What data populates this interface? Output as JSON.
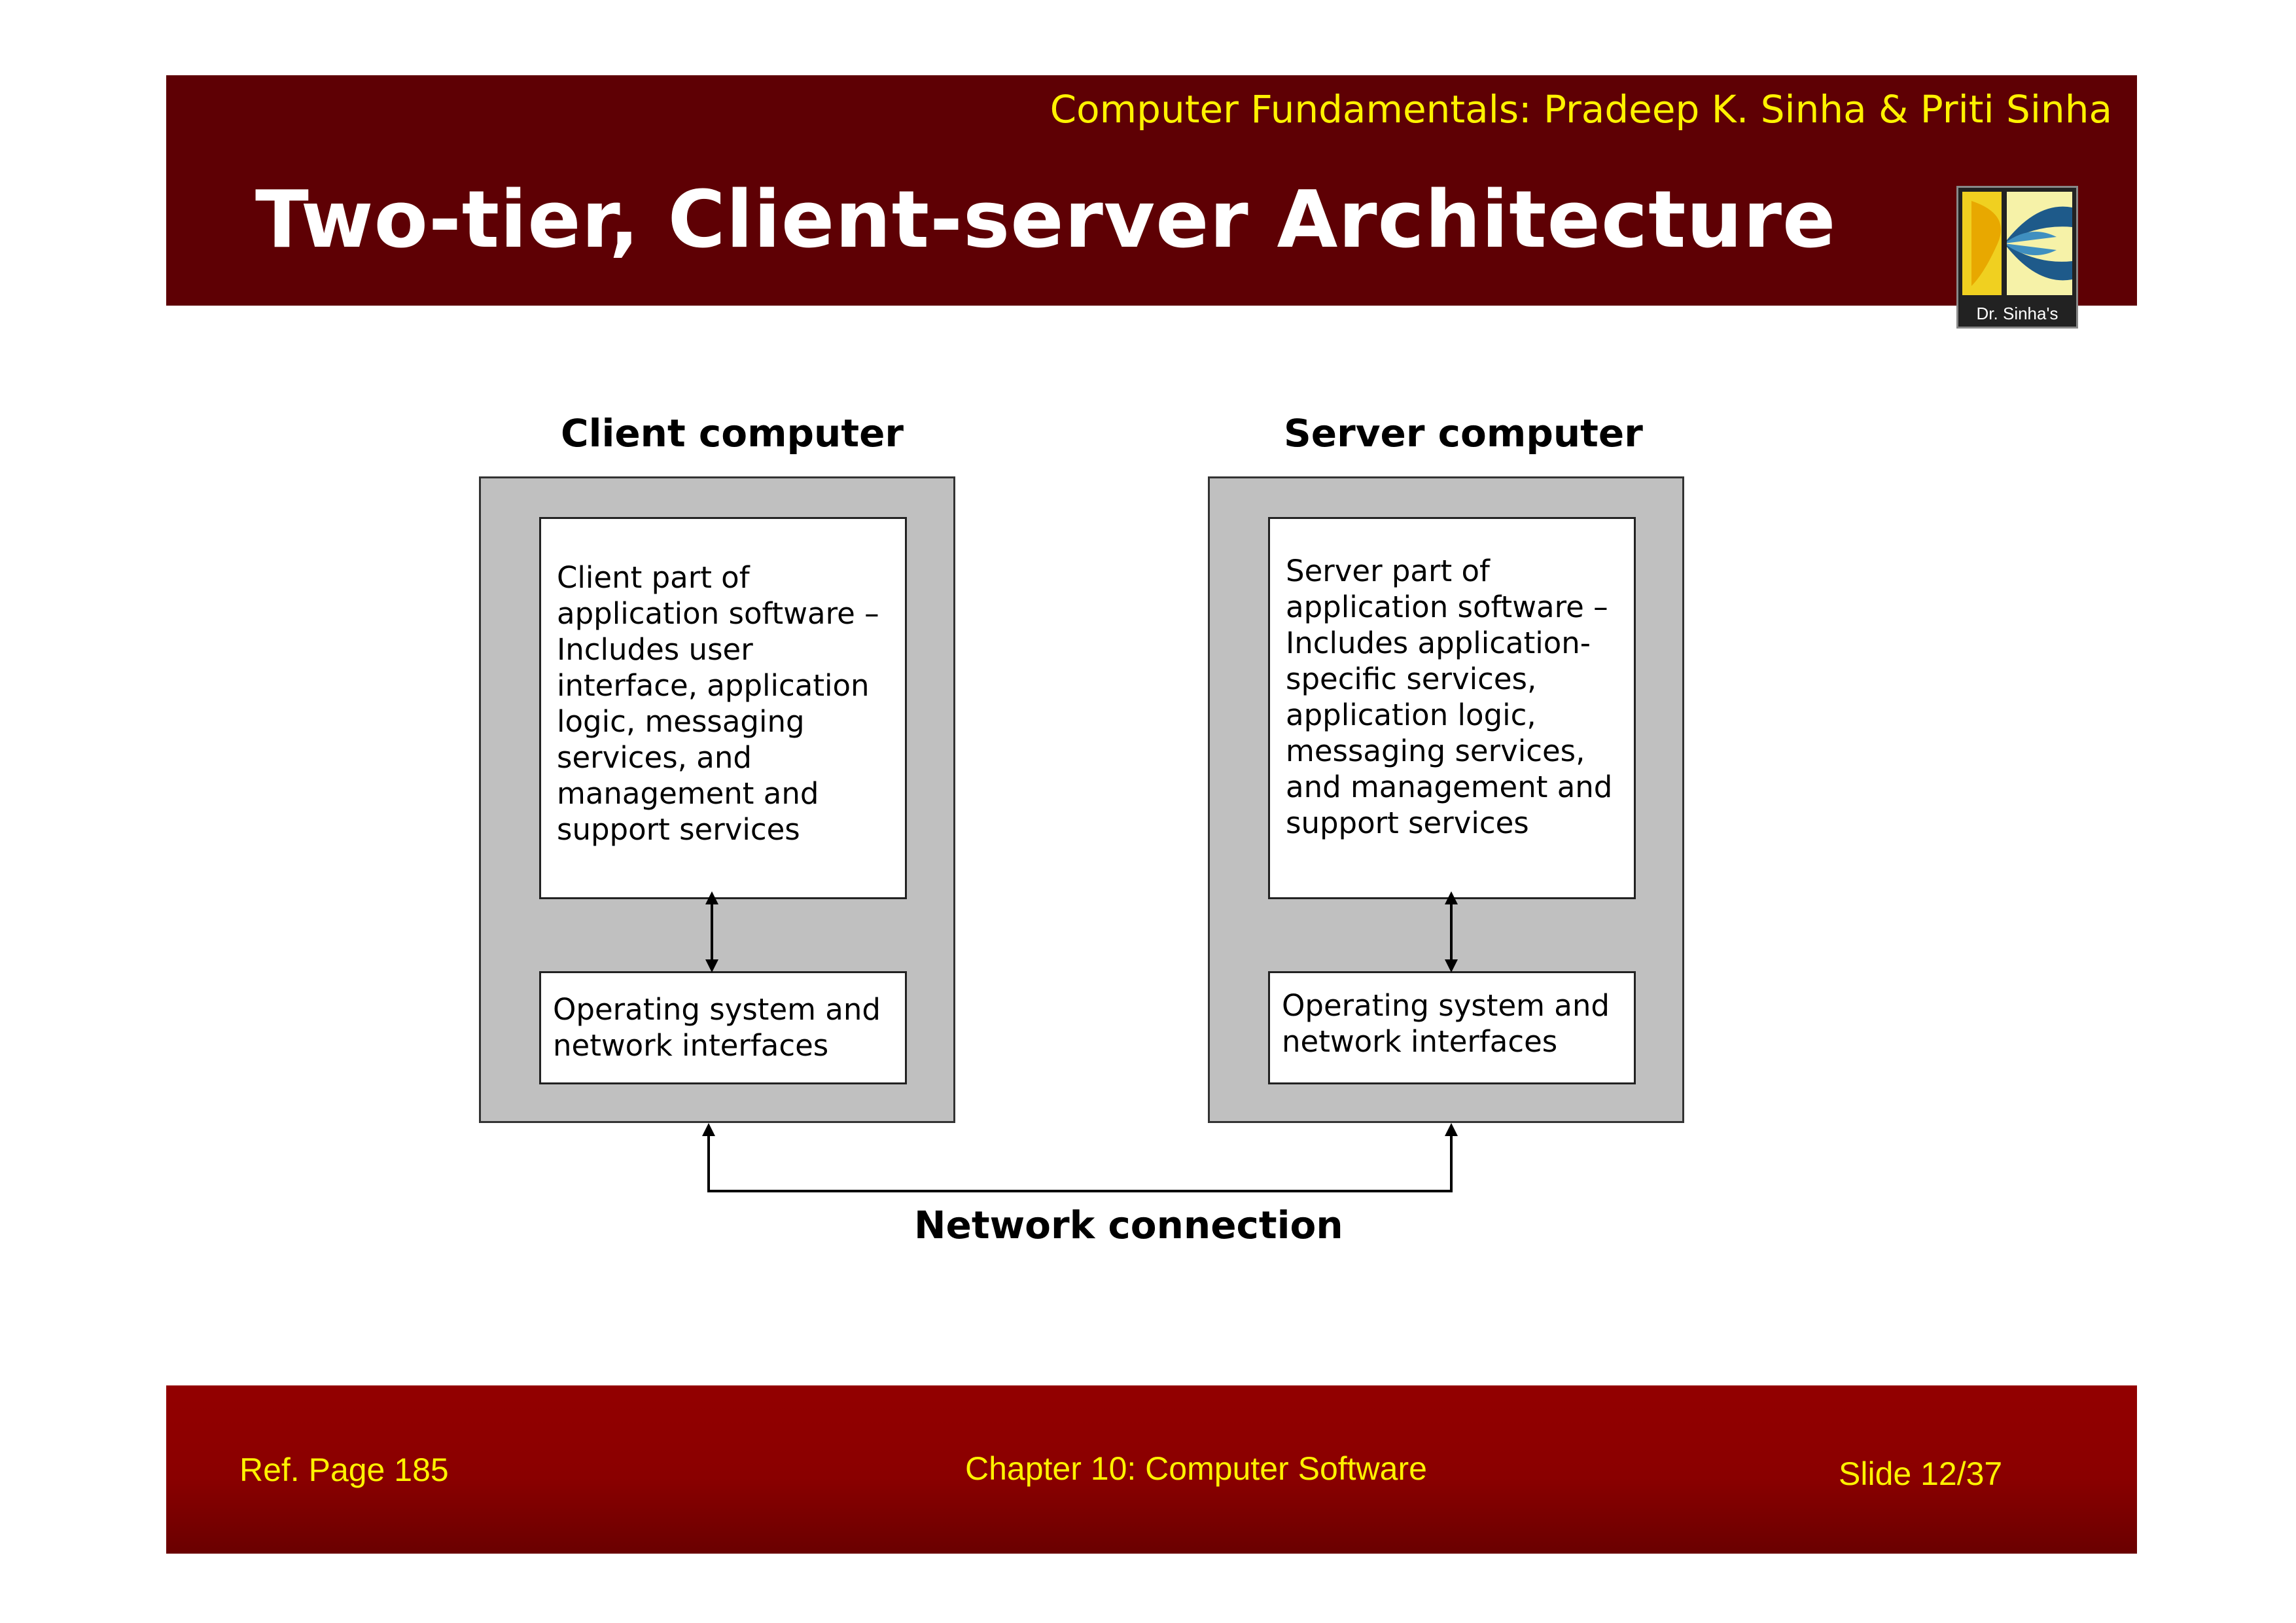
{
  "header": {
    "credit": "Computer Fundamentals: Pradeep K. Sinha & Priti Sinha",
    "title": "Two-tier, Client-server Architecture",
    "logo_caption": "Dr. Sinha's"
  },
  "diagram": {
    "client": {
      "heading": "Client computer",
      "app_box": [
        "Client part of",
        "application software –",
        "Includes user",
        "interface, application",
        "logic, messaging",
        "services, and",
        "management and",
        "support services"
      ],
      "os_box": [
        "Operating system and",
        "network interfaces"
      ]
    },
    "server": {
      "heading": "Server computer",
      "app_box": [
        "Server part of",
        "application software –",
        "Includes application-",
        "specific services,",
        "application logic,",
        "messaging services,",
        "and management and",
        "support services"
      ],
      "os_box": [
        "Operating system and",
        "network interfaces"
      ]
    },
    "network_label": "Network connection"
  },
  "footer": {
    "ref": "Ref. Page 185",
    "chapter": "Chapter 10: Computer Software",
    "slide": "Slide 12/37"
  },
  "colors": {
    "header_bg": "#5e0004",
    "footer_bg": "#8a0000",
    "accent_text": "#fff200",
    "computer_fill": "#c0c0c0"
  }
}
